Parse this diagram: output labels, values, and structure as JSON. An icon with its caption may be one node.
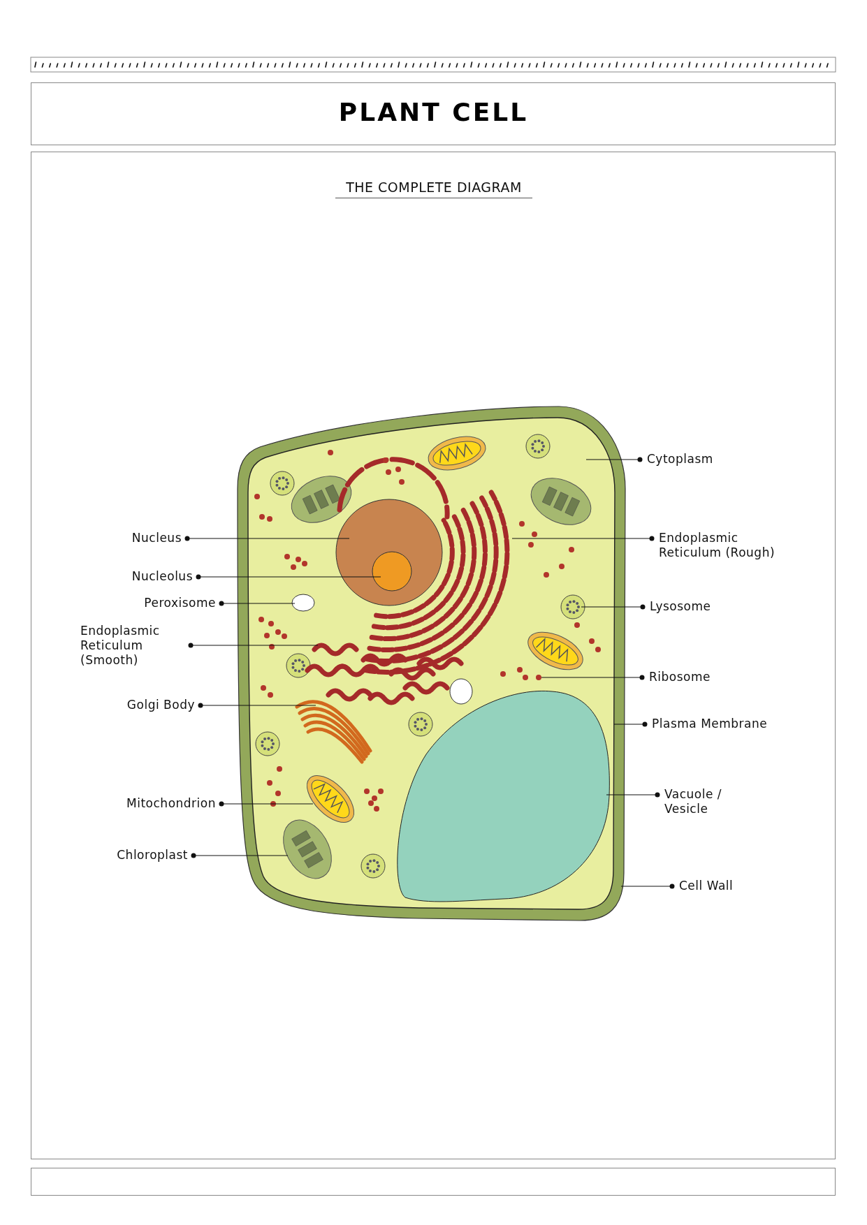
{
  "diagram": {
    "title": "PLANT CELL",
    "nodes": [
      {
        "text": [
          "Nucleus"
        ]
      },
      {
        "text": [
          "Nucleolus"
        ]
      },
      {
        "text": [
          "Peroxisome"
        ]
      },
      {
        "text": [
          "Endoplasmic Reticulum (Smooth)"
        ]
      },
      {
        "text": [
          "Golgi Body"
        ]
      },
      {
        "text": [
          "Mitochondrion"
        ]
      },
      {
        "text": [
          "Chloroplast"
        ]
      },
      {
        "text": [
          "Cytoplasm"
        ]
      },
      {
        "text": [
          "Endoplasmic Reticulum (Rough)"
        ]
      },
      {
        "text": [
          "Lysosome"
        ]
      },
      {
        "text": [
          "Ribosome"
        ]
      },
      {
        "text": [
          "Plasma Membrane"
        ]
      },
      {
        "text": [
          "Vacuole / Vesicle"
        ]
      },
      {
        "text": [
          "Cell Wall"
        ]
      },
      {
        "text": [],
        "shape": "band"
      },
      {
        "text": [],
        "shape": "line",
        "in": 14
      },
      {
        "text": [],
        "shape": "blob",
        "in": 15
      },
      {
        "text": [],
        "shape": "picture",
        "in": 16
      },
      {
        "text": [],
        "shape": "circle",
        "in": 16
      },
      {
        "text": [],
        "shape": "circle"
      },
      {
        "text": [],
        "shape": "ellipse",
        "in": 16
      },
      {
        "text": [],
        "shape": "picture",
        "in": 16
      },
      {
        "text": [],
        "shape": "picture",
        "in": 16
      },
      {
        "text": [],
        "shape": "picture",
        "in": 16
      },
      {
        "text": [],
        "shape": "picture",
        "in": 16
      },
      {
        "text": [],
        "shape": "picture",
        "in": 16
      },
      {
        "text": [],
        "shape": "circle",
        "in": 16
      },
      {
        "text": [],
        "shape": "blob",
        "in": 16
      }
    ],
    "edges": [
      {
        "from": 0,
        "to": 18,
        "arrow": "other"
      },
      {
        "from": 1,
        "to": 19,
        "arrow": "other"
      },
      {
        "from": 2,
        "to": 20,
        "arrow": "other"
      },
      {
        "from": 3,
        "to": 21,
        "arrow": "other"
      },
      {
        "from": 4,
        "to": 22,
        "arrow": "other"
      },
      {
        "from": 5,
        "to": 23,
        "arrow": "other"
      },
      {
        "from": 6,
        "to": 24,
        "arrow": "other"
      },
      {
        "from": 7,
        "to": 16,
        "arrow": "other"
      },
      {
        "from": 8,
        "to": 17,
        "arrow": "other"
      },
      {
        "from": 9,
        "to": 25,
        "arrow": "other"
      },
      {
        "from": 10,
        "to": 26,
        "arrow": "other"
      },
      {
        "from": 11,
        "to": 15,
        "arrow": "other"
      },
      {
        "from": 12,
        "to": 27,
        "arrow": "other"
      },
      {
        "from": 13,
        "to": 14,
        "arrow": "other"
      }
    ],
    "labels": [
      "THE COMPLETE DIAGRAM"
    ]
  }
}
